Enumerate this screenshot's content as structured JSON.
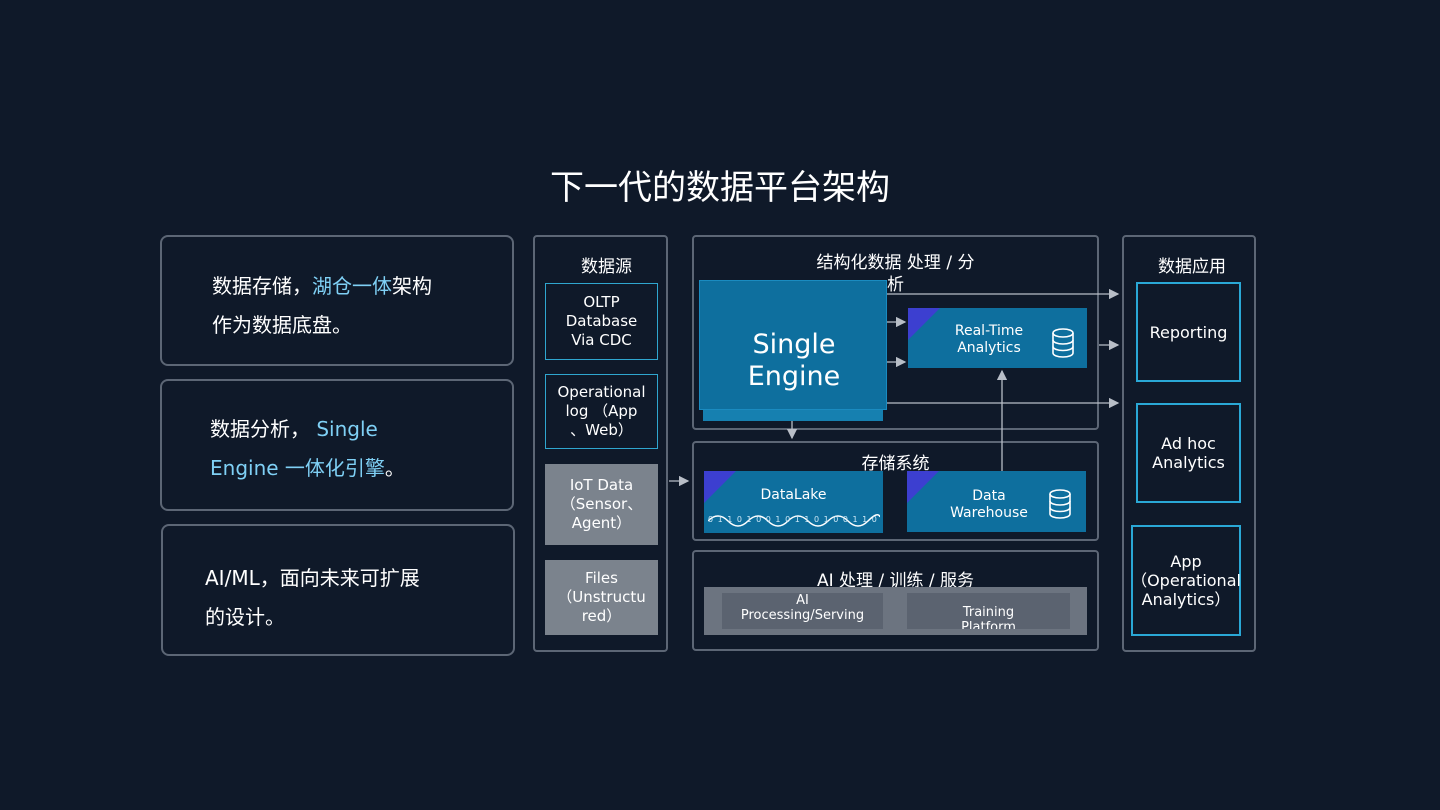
{
  "title": "下一代的数据平台架构",
  "left_cards": [
    {
      "parts": [
        {
          "text": "数据存储，",
          "hl": false
        },
        {
          "text": "湖仓一体",
          "hl": true
        },
        {
          "text": "架构",
          "hl": false
        }
      ],
      "line2": "作为数据底盘。"
    },
    {
      "line1_a": "数据分析， ",
      "line1_b": "Single",
      "line2_a": "Engine 一体化引擎",
      "line2_b": "。"
    },
    {
      "line1": "AI/ML，面向未来可扩展",
      "line2": "的设计。"
    }
  ],
  "sources": {
    "label": "数据源",
    "items": [
      {
        "l1": "OLTP",
        "l2": "Database",
        "l3": "Via CDC"
      },
      {
        "l1": "Operational",
        "l2": "log （App",
        "l3": "、Web）"
      },
      {
        "l1": "IoT Data",
        "l2": "（Sensor、",
        "l3": "Agent）"
      },
      {
        "l1": "Files",
        "l2": "（Unstructu",
        "l3": "red）"
      }
    ]
  },
  "processing": {
    "label_l1": "结构化数据 处理 / 分",
    "label_l2": "析",
    "engine_l1": "Single",
    "engine_l2": "Engine",
    "realtime_l1": "Real-Time",
    "realtime_l2": "Analytics"
  },
  "storage": {
    "label": "存储系统",
    "datalake": "DataLake",
    "binary": "0 1 1 0 1 0 0 1 0 1 1 0 1 0 0 1 1 0 1 0 1 1 0 0 1 0",
    "dw_l1": "Data",
    "dw_l2": "Warehouse"
  },
  "ai": {
    "label": "AI 处理 / 训练 / 服务",
    "btn1_l1": "AI",
    "btn1_l2": "Processing/Serving",
    "btn2_l1": "Training",
    "btn2_l2": "Platform"
  },
  "apps": {
    "label": "数据应用",
    "items": [
      {
        "l1": "Reporting",
        "l2": "",
        "l3": ""
      },
      {
        "l1": "Ad hoc",
        "l2": "Analytics",
        "l3": ""
      },
      {
        "l1": "App",
        "l2": "（Operational",
        "l3": "Analytics）"
      }
    ]
  },
  "colors": {
    "background": "#0f1929",
    "panel_border": "#5c6675",
    "highlight_text": "#7fd0f5",
    "engine_blue": "#0e6f9e",
    "accent_purple": "#3c3fd0",
    "cyan_border": "#2aa8d6",
    "gray_box": "#7b838d"
  }
}
